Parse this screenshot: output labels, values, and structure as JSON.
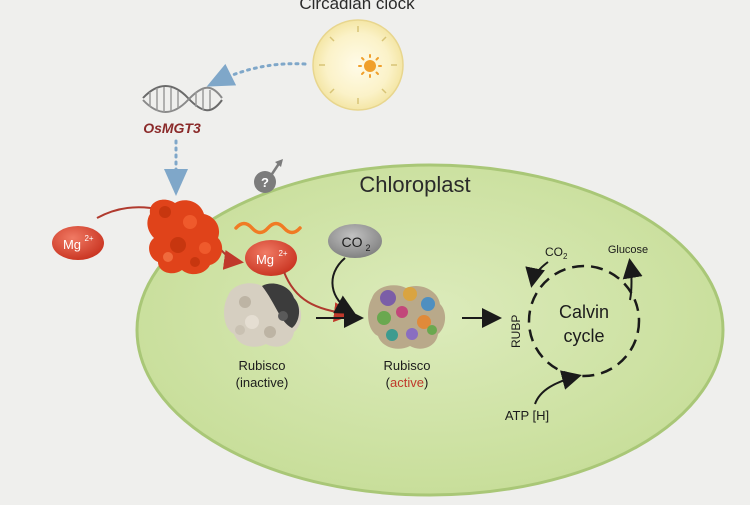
{
  "labels": {
    "circadian_clock": "Circadian clock",
    "gene": "OsMGT3",
    "chloroplast": "Chloroplast",
    "mg_ion": "Mg",
    "mg_charge": "2+",
    "co2_main": "CO",
    "co2_small": "CO",
    "co2_sub": "2",
    "rubisco_inactive_name": "Rubisco",
    "rubisco_inactive_state": "(inactive)",
    "rubisco_active_name": "Rubisco",
    "rubisco_active_paren_open": "(",
    "rubisco_active_state": "active",
    "rubisco_active_paren_close": ")",
    "calvin_line1": "Calvin",
    "calvin_line2": "cycle",
    "rubp": "RUBP",
    "glucose": "Glucose",
    "atp": "ATP [H]"
  },
  "colors": {
    "background": "#efefed",
    "chloroplast_fill": "#cfe3a6",
    "mg_red": "#d9412e",
    "transporter_orange": "#e0431a",
    "active_text": "#c0392b",
    "gene_text": "#8b2a2a",
    "dotted_arrow": "#7fa7c9",
    "sun": "#f0a02c",
    "moon": "#2f5a86",
    "co2_gray": "#8f8f8f"
  },
  "icons": {
    "clock": "sun-moon-icon",
    "dna": "dna-helix-icon",
    "question": "question-arrow-icon",
    "transporter": "mgt3-transporter-icon",
    "signal": "wavy-signal-icon"
  }
}
